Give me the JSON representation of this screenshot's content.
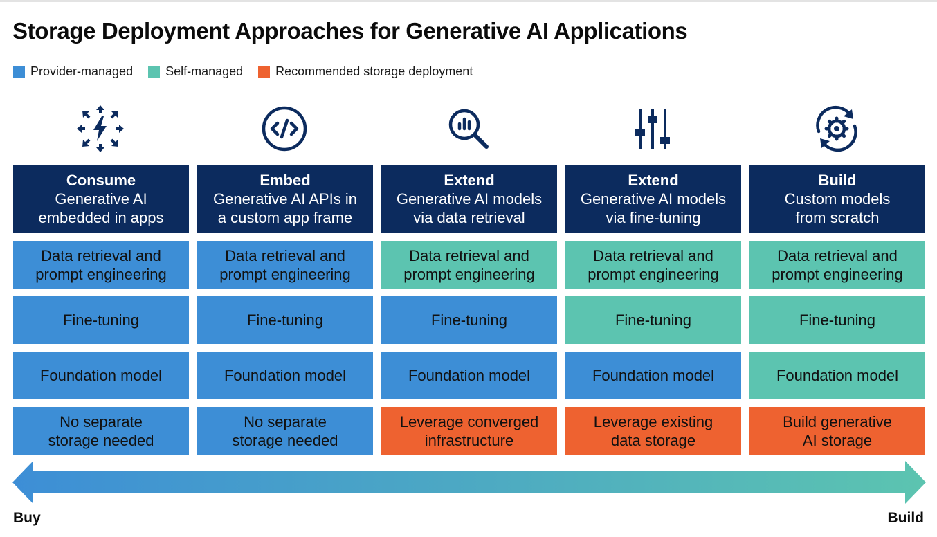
{
  "title": "Storage Deployment Approaches for Generative AI Applications",
  "legend": [
    {
      "label": "Provider-managed",
      "color": "#3d8ed6"
    },
    {
      "label": "Self-managed",
      "color": "#5cc4b0"
    },
    {
      "label": "Recommended storage deployment",
      "color": "#ee6230"
    }
  ],
  "colors": {
    "header": "#0c2b5e",
    "provider": "#3d8ed6",
    "self": "#5cc4b0",
    "recommended": "#ee6230",
    "icon": "#0c2b5e"
  },
  "columns": [
    {
      "icon": "burst-arrows-icon",
      "title": "Consume",
      "subtitle": [
        "Generative AI",
        "embedded in apps"
      ],
      "cells": [
        {
          "lines": [
            "Data retrieval and",
            "prompt engineering"
          ],
          "type": "provider"
        },
        {
          "lines": [
            "Fine-tuning"
          ],
          "type": "provider"
        },
        {
          "lines": [
            "Foundation model"
          ],
          "type": "provider"
        },
        {
          "lines": [
            "No separate",
            "storage needed"
          ],
          "type": "provider"
        }
      ]
    },
    {
      "icon": "code-icon",
      "title": "Embed",
      "subtitle": [
        "Generative AI APIs in",
        "a custom app frame"
      ],
      "cells": [
        {
          "lines": [
            "Data retrieval and",
            "prompt engineering"
          ],
          "type": "provider"
        },
        {
          "lines": [
            "Fine-tuning"
          ],
          "type": "provider"
        },
        {
          "lines": [
            "Foundation model"
          ],
          "type": "provider"
        },
        {
          "lines": [
            "No separate",
            "storage needed"
          ],
          "type": "provider"
        }
      ]
    },
    {
      "icon": "chart-magnifier-icon",
      "title": "Extend",
      "subtitle": [
        "Generative AI models",
        "via data retrieval"
      ],
      "cells": [
        {
          "lines": [
            "Data retrieval and",
            "prompt engineering"
          ],
          "type": "self"
        },
        {
          "lines": [
            "Fine-tuning"
          ],
          "type": "provider"
        },
        {
          "lines": [
            "Foundation model"
          ],
          "type": "provider"
        },
        {
          "lines": [
            "Leverage converged",
            "infrastructure"
          ],
          "type": "recommended"
        }
      ]
    },
    {
      "icon": "sliders-icon",
      "title": "Extend",
      "subtitle": [
        "Generative AI models",
        "via fine-tuning"
      ],
      "cells": [
        {
          "lines": [
            "Data retrieval and",
            "prompt engineering"
          ],
          "type": "self"
        },
        {
          "lines": [
            "Fine-tuning"
          ],
          "type": "self"
        },
        {
          "lines": [
            "Foundation model"
          ],
          "type": "provider"
        },
        {
          "lines": [
            "Leverage existing",
            "data storage"
          ],
          "type": "recommended"
        }
      ]
    },
    {
      "icon": "gear-cycle-icon",
      "title": "Build",
      "subtitle": [
        "Custom models",
        "from scratch"
      ],
      "cells": [
        {
          "lines": [
            "Data retrieval and",
            "prompt engineering"
          ],
          "type": "self"
        },
        {
          "lines": [
            "Fine-tuning"
          ],
          "type": "self"
        },
        {
          "lines": [
            "Foundation model"
          ],
          "type": "self"
        },
        {
          "lines": [
            "Build generative",
            "AI storage"
          ],
          "type": "recommended"
        }
      ]
    }
  ],
  "scale": {
    "left": "Buy",
    "right": "Build"
  }
}
